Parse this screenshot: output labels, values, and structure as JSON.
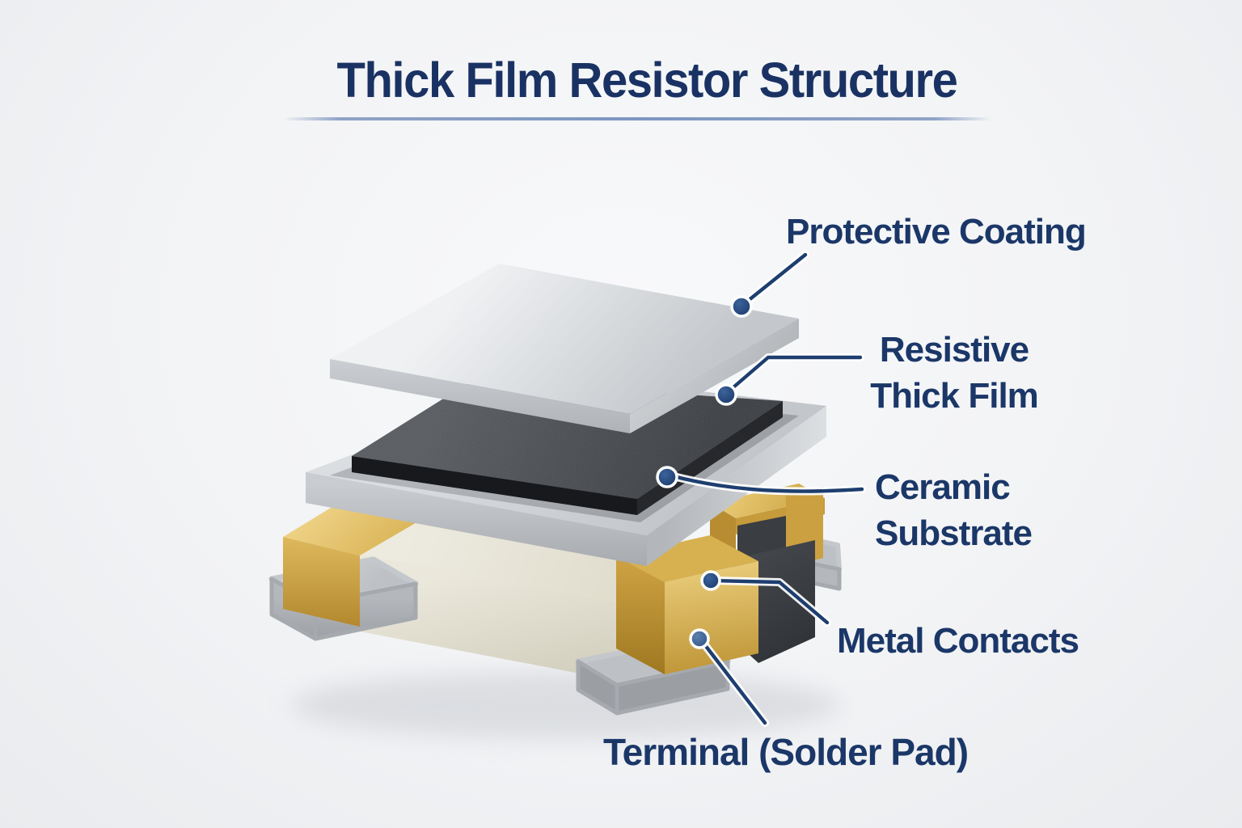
{
  "title": "Thick Film Resistor Structure",
  "callouts": [
    {
      "id": "protective-coating",
      "lines": [
        "Protective Coating"
      ]
    },
    {
      "id": "resistive-thick-film",
      "lines": [
        "Resistive",
        "Thick Film"
      ]
    },
    {
      "id": "ceramic-substrate",
      "lines": [
        "Ceramic",
        "Substrate"
      ]
    },
    {
      "id": "metal-contacts",
      "lines": [
        "Metal Contacts"
      ]
    },
    {
      "id": "terminal-solder-pad",
      "lines": [
        "Terminal (Solder Pad)"
      ]
    }
  ],
  "layers_stack_order": [
    "Protective Coating",
    "Resistive Thick Film",
    "Ceramic Substrate",
    "Metal Contacts",
    "Terminal (Solder Pad)"
  ],
  "colors": {
    "accent_navy": "#1b3a6b",
    "background": "#f3f4f6",
    "protective_coating_silver": "#d4d7da",
    "resistive_film_dark": "#3f4246",
    "ceramic_cream": "#e8e5d8",
    "metal_contact_gold": "#d9b254",
    "terminal_gray": "#bcc0c4"
  }
}
